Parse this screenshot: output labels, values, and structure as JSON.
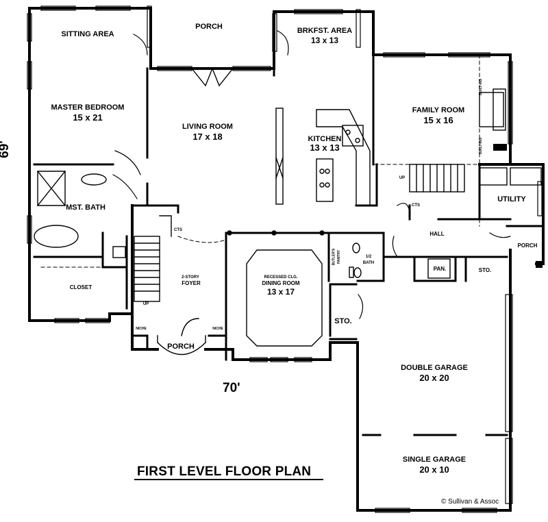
{
  "plan": {
    "title": "FIRST LEVEL FLOOR PLAN",
    "copyright": "© Sullivan & Assoc",
    "width_dim": "70'",
    "depth_dim": "69'"
  },
  "rooms": {
    "sitting_area": {
      "name": "SITTING AREA"
    },
    "porch_rear": {
      "name": "PORCH"
    },
    "breakfast": {
      "name": "BRKFST. AREA",
      "size": "13 x 13"
    },
    "master_bedroom": {
      "name": "MASTER BEDROOM",
      "size": "15 x 21"
    },
    "living_room": {
      "name": "LIVING ROOM",
      "size": "17 x 18"
    },
    "kitchen": {
      "name": "KITCHEN",
      "size": "13 x 13"
    },
    "family_room": {
      "name": "FAMILY ROOM",
      "size": "15 x 16"
    },
    "built_ins_top": {
      "name": "BUILT-INS"
    },
    "built_ins_bottom": {
      "name": "BUILT-INS"
    },
    "master_bath": {
      "name": "MST. BATH"
    },
    "closet": {
      "name": "CLOSET"
    },
    "foyer": {
      "name1": "2-STORY",
      "name2": "FOYER"
    },
    "cts_1": {
      "name": "CTS"
    },
    "cts_2": {
      "name": "CTS"
    },
    "up_1": {
      "name": "UP"
    },
    "up_2": {
      "name": "UP"
    },
    "dining": {
      "note": "RECESSED CLG.",
      "name": "DINING ROOM",
      "size": "13 x 17"
    },
    "butlers_pantry": {
      "name1": "BUTLER'S",
      "name2": "PANTRY"
    },
    "half_bath": {
      "name1": "1/2",
      "name2": "BATH"
    },
    "utility": {
      "name": "UTILITY"
    },
    "hall": {
      "name": "HALL"
    },
    "porch_side": {
      "name": "PORCH"
    },
    "pan": {
      "name": "PAN."
    },
    "sto_1": {
      "name": "STO."
    },
    "sto_2": {
      "name": "STO."
    },
    "niche_left": {
      "name": "NICHE"
    },
    "niche_right": {
      "name": "NICHE"
    },
    "porch_front": {
      "name": "PORCH"
    },
    "double_garage": {
      "name": "DOUBLE GARAGE",
      "size": "20 x 20"
    },
    "single_garage": {
      "name": "SINGLE GARAGE",
      "size": "20 x 10"
    }
  }
}
